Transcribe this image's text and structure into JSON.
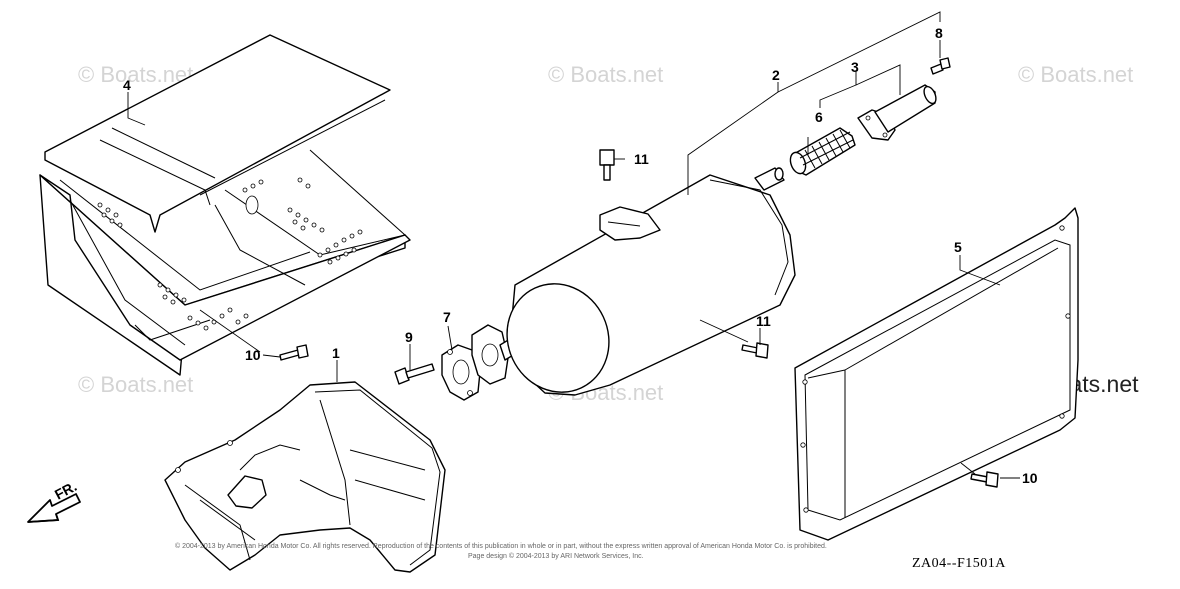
{
  "watermarks": [
    "© Boats.net",
    "© Boats.net",
    "© Boats.net",
    "© Boats.net",
    "© Boats.net"
  ],
  "watermark_main": "© Boats.net",
  "callouts": {
    "part_1": "1",
    "part_2": "2",
    "part_3": "3",
    "part_4": "4",
    "part_5": "5",
    "part_6": "6",
    "part_7": "7",
    "part_8": "8",
    "part_9": "9",
    "part_10_left": "10",
    "part_10_right": "10",
    "part_11_top": "11",
    "part_11_mid": "11"
  },
  "direction_label": "FR.",
  "diagram_code": "ZA04--F1501A",
  "fine_print_line1": "© 2004-2013 by American Honda Motor Co. All rights reserved. Reproduction of the contents of this publication in whole or in part, without the express written approval of American Honda Motor Co. is prohibited.",
  "fine_print_line2": "Page design © 2004-2013 by ARI Network Services, Inc."
}
